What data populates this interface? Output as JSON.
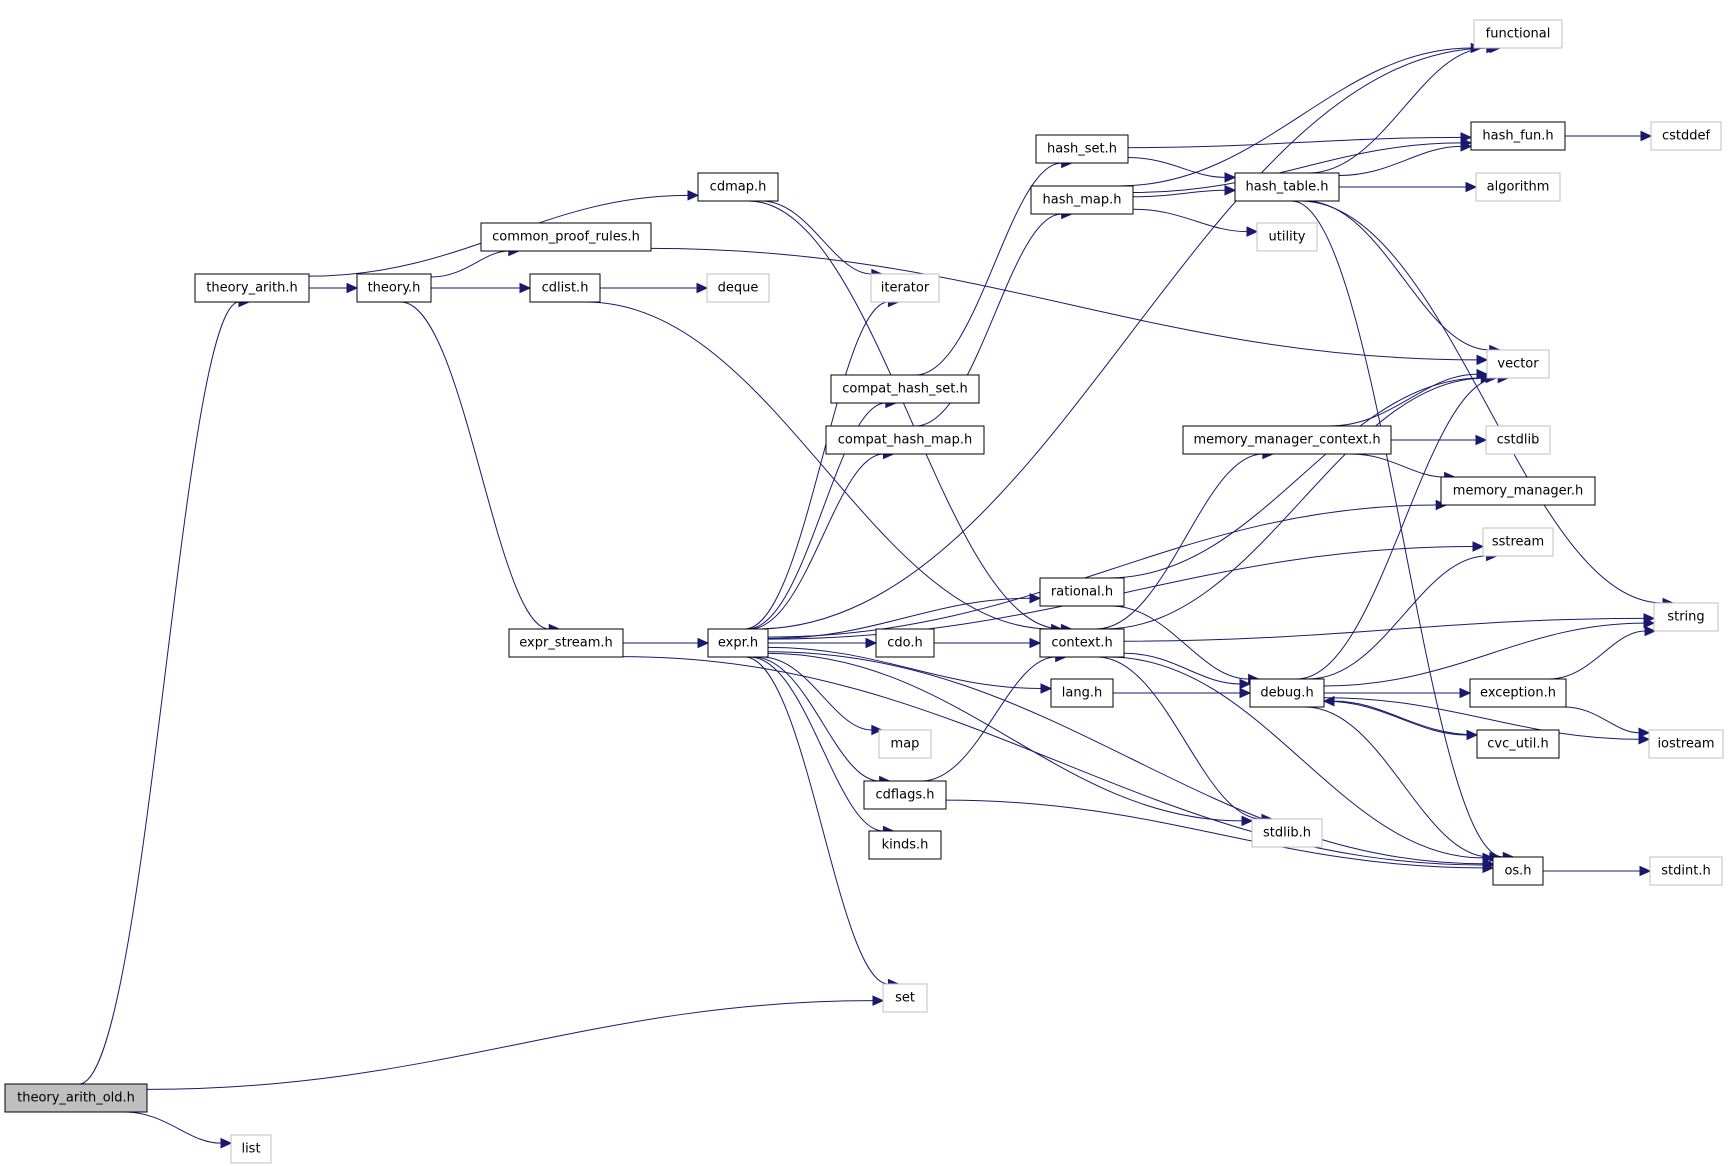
{
  "title": "Include dependency graph for theory_arith_old.h",
  "colors": {
    "edge": "#191970",
    "root_fill": "#bfbfbf",
    "node_border": "#000000",
    "external_border": "#bfbfbf"
  },
  "nodes": [
    {
      "id": "theory_arith_old",
      "label": "theory_arith_old.h",
      "kind": "root"
    },
    {
      "id": "theory_arith",
      "label": "theory_arith.h",
      "kind": "local"
    },
    {
      "id": "list",
      "label": "list",
      "kind": "external"
    },
    {
      "id": "theory",
      "label": "theory.h",
      "kind": "local"
    },
    {
      "id": "cdmap",
      "label": "cdmap.h",
      "kind": "local"
    },
    {
      "id": "common_proof_rules",
      "label": "common_proof_rules.h",
      "kind": "local"
    },
    {
      "id": "cdlist",
      "label": "cdlist.h",
      "kind": "local"
    },
    {
      "id": "deque",
      "label": "deque",
      "kind": "external"
    },
    {
      "id": "iterator",
      "label": "iterator",
      "kind": "external"
    },
    {
      "id": "expr_stream",
      "label": "expr_stream.h",
      "kind": "local"
    },
    {
      "id": "expr",
      "label": "expr.h",
      "kind": "local"
    },
    {
      "id": "compat_hash_set",
      "label": "compat_hash_set.h",
      "kind": "local"
    },
    {
      "id": "compat_hash_map",
      "label": "compat_hash_map.h",
      "kind": "local"
    },
    {
      "id": "hash_set",
      "label": "hash_set.h",
      "kind": "local"
    },
    {
      "id": "hash_map",
      "label": "hash_map.h",
      "kind": "local"
    },
    {
      "id": "hash_table",
      "label": "hash_table.h",
      "kind": "local"
    },
    {
      "id": "hash_fun",
      "label": "hash_fun.h",
      "kind": "local"
    },
    {
      "id": "functional",
      "label": "functional",
      "kind": "external"
    },
    {
      "id": "cstddef",
      "label": "cstddef",
      "kind": "external"
    },
    {
      "id": "algorithm",
      "label": "algorithm",
      "kind": "external"
    },
    {
      "id": "utility",
      "label": "utility",
      "kind": "external"
    },
    {
      "id": "vector",
      "label": "vector",
      "kind": "external"
    },
    {
      "id": "memory_manager_context",
      "label": "memory_manager_context.h",
      "kind": "local"
    },
    {
      "id": "cstdlib",
      "label": "cstdlib",
      "kind": "external"
    },
    {
      "id": "memory_manager",
      "label": "memory_manager.h",
      "kind": "local"
    },
    {
      "id": "sstream",
      "label": "sstream",
      "kind": "external"
    },
    {
      "id": "rational",
      "label": "rational.h",
      "kind": "local"
    },
    {
      "id": "string",
      "label": "string",
      "kind": "external"
    },
    {
      "id": "cdo",
      "label": "cdo.h",
      "kind": "local"
    },
    {
      "id": "context",
      "label": "context.h",
      "kind": "local"
    },
    {
      "id": "debug",
      "label": "debug.h",
      "kind": "local"
    },
    {
      "id": "exception",
      "label": "exception.h",
      "kind": "local"
    },
    {
      "id": "lang",
      "label": "lang.h",
      "kind": "local"
    },
    {
      "id": "cvc_util",
      "label": "cvc_util.h",
      "kind": "local"
    },
    {
      "id": "iostream",
      "label": "iostream",
      "kind": "external"
    },
    {
      "id": "map",
      "label": "map",
      "kind": "external"
    },
    {
      "id": "cdflags",
      "label": "cdflags.h",
      "kind": "local"
    },
    {
      "id": "kinds",
      "label": "kinds.h",
      "kind": "local"
    },
    {
      "id": "stdlib",
      "label": "stdlib.h",
      "kind": "external"
    },
    {
      "id": "os",
      "label": "os.h",
      "kind": "local"
    },
    {
      "id": "stdint",
      "label": "stdint.h",
      "kind": "external"
    },
    {
      "id": "set",
      "label": "set",
      "kind": "external"
    }
  ],
  "edges": [
    [
      "theory_arith_old",
      "theory_arith"
    ],
    [
      "theory_arith_old",
      "set"
    ],
    [
      "theory_arith_old",
      "list"
    ],
    [
      "theory_arith",
      "cdmap"
    ],
    [
      "theory_arith",
      "theory"
    ],
    [
      "theory",
      "common_proof_rules"
    ],
    [
      "theory",
      "cdlist"
    ],
    [
      "theory",
      "expr_stream"
    ],
    [
      "cdlist",
      "deque"
    ],
    [
      "cdlist",
      "context"
    ],
    [
      "cdmap",
      "iterator"
    ],
    [
      "cdmap",
      "context"
    ],
    [
      "common_proof_rules",
      "vector"
    ],
    [
      "expr_stream",
      "expr"
    ],
    [
      "expr_stream",
      "os"
    ],
    [
      "expr",
      "iterator"
    ],
    [
      "expr",
      "compat_hash_set"
    ],
    [
      "expr",
      "compat_hash_map"
    ],
    [
      "expr",
      "functional"
    ],
    [
      "expr",
      "memory_manager"
    ],
    [
      "expr",
      "sstream"
    ],
    [
      "expr",
      "rational"
    ],
    [
      "expr",
      "cdo"
    ],
    [
      "expr",
      "lang"
    ],
    [
      "expr",
      "map"
    ],
    [
      "expr",
      "cdflags"
    ],
    [
      "expr",
      "kinds"
    ],
    [
      "expr",
      "stdlib"
    ],
    [
      "expr",
      "os"
    ],
    [
      "expr",
      "set"
    ],
    [
      "compat_hash_set",
      "hash_set"
    ],
    [
      "compat_hash_map",
      "hash_map"
    ],
    [
      "hash_set",
      "hash_fun"
    ],
    [
      "hash_set",
      "hash_table"
    ],
    [
      "hash_map",
      "hash_fun"
    ],
    [
      "hash_map",
      "hash_table"
    ],
    [
      "hash_map",
      "utility"
    ],
    [
      "hash_map",
      "functional"
    ],
    [
      "hash_table",
      "hash_fun"
    ],
    [
      "hash_table",
      "functional"
    ],
    [
      "hash_table",
      "algorithm"
    ],
    [
      "hash_table",
      "vector"
    ],
    [
      "hash_table",
      "string"
    ],
    [
      "hash_table",
      "os"
    ],
    [
      "hash_fun",
      "cstddef"
    ],
    [
      "memory_manager_context",
      "vector"
    ],
    [
      "memory_manager_context",
      "cstdlib"
    ],
    [
      "memory_manager_context",
      "memory_manager"
    ],
    [
      "rational",
      "vector"
    ],
    [
      "rational",
      "debug"
    ],
    [
      "cdo",
      "context"
    ],
    [
      "cdflags",
      "context"
    ],
    [
      "cdflags",
      "os"
    ],
    [
      "context",
      "string"
    ],
    [
      "context",
      "vector"
    ],
    [
      "context",
      "memory_manager_context"
    ],
    [
      "context",
      "debug"
    ],
    [
      "context",
      "stdlib"
    ],
    [
      "context",
      "os"
    ],
    [
      "lang",
      "debug"
    ],
    [
      "debug",
      "string"
    ],
    [
      "debug",
      "vector"
    ],
    [
      "debug",
      "sstream"
    ],
    [
      "debug",
      "exception"
    ],
    [
      "debug",
      "cvc_util"
    ],
    [
      "debug",
      "iostream"
    ],
    [
      "debug",
      "os"
    ],
    [
      "exception",
      "string"
    ],
    [
      "exception",
      "iostream"
    ],
    [
      "cvc_util",
      "debug"
    ],
    [
      "os",
      "stdint"
    ]
  ]
}
